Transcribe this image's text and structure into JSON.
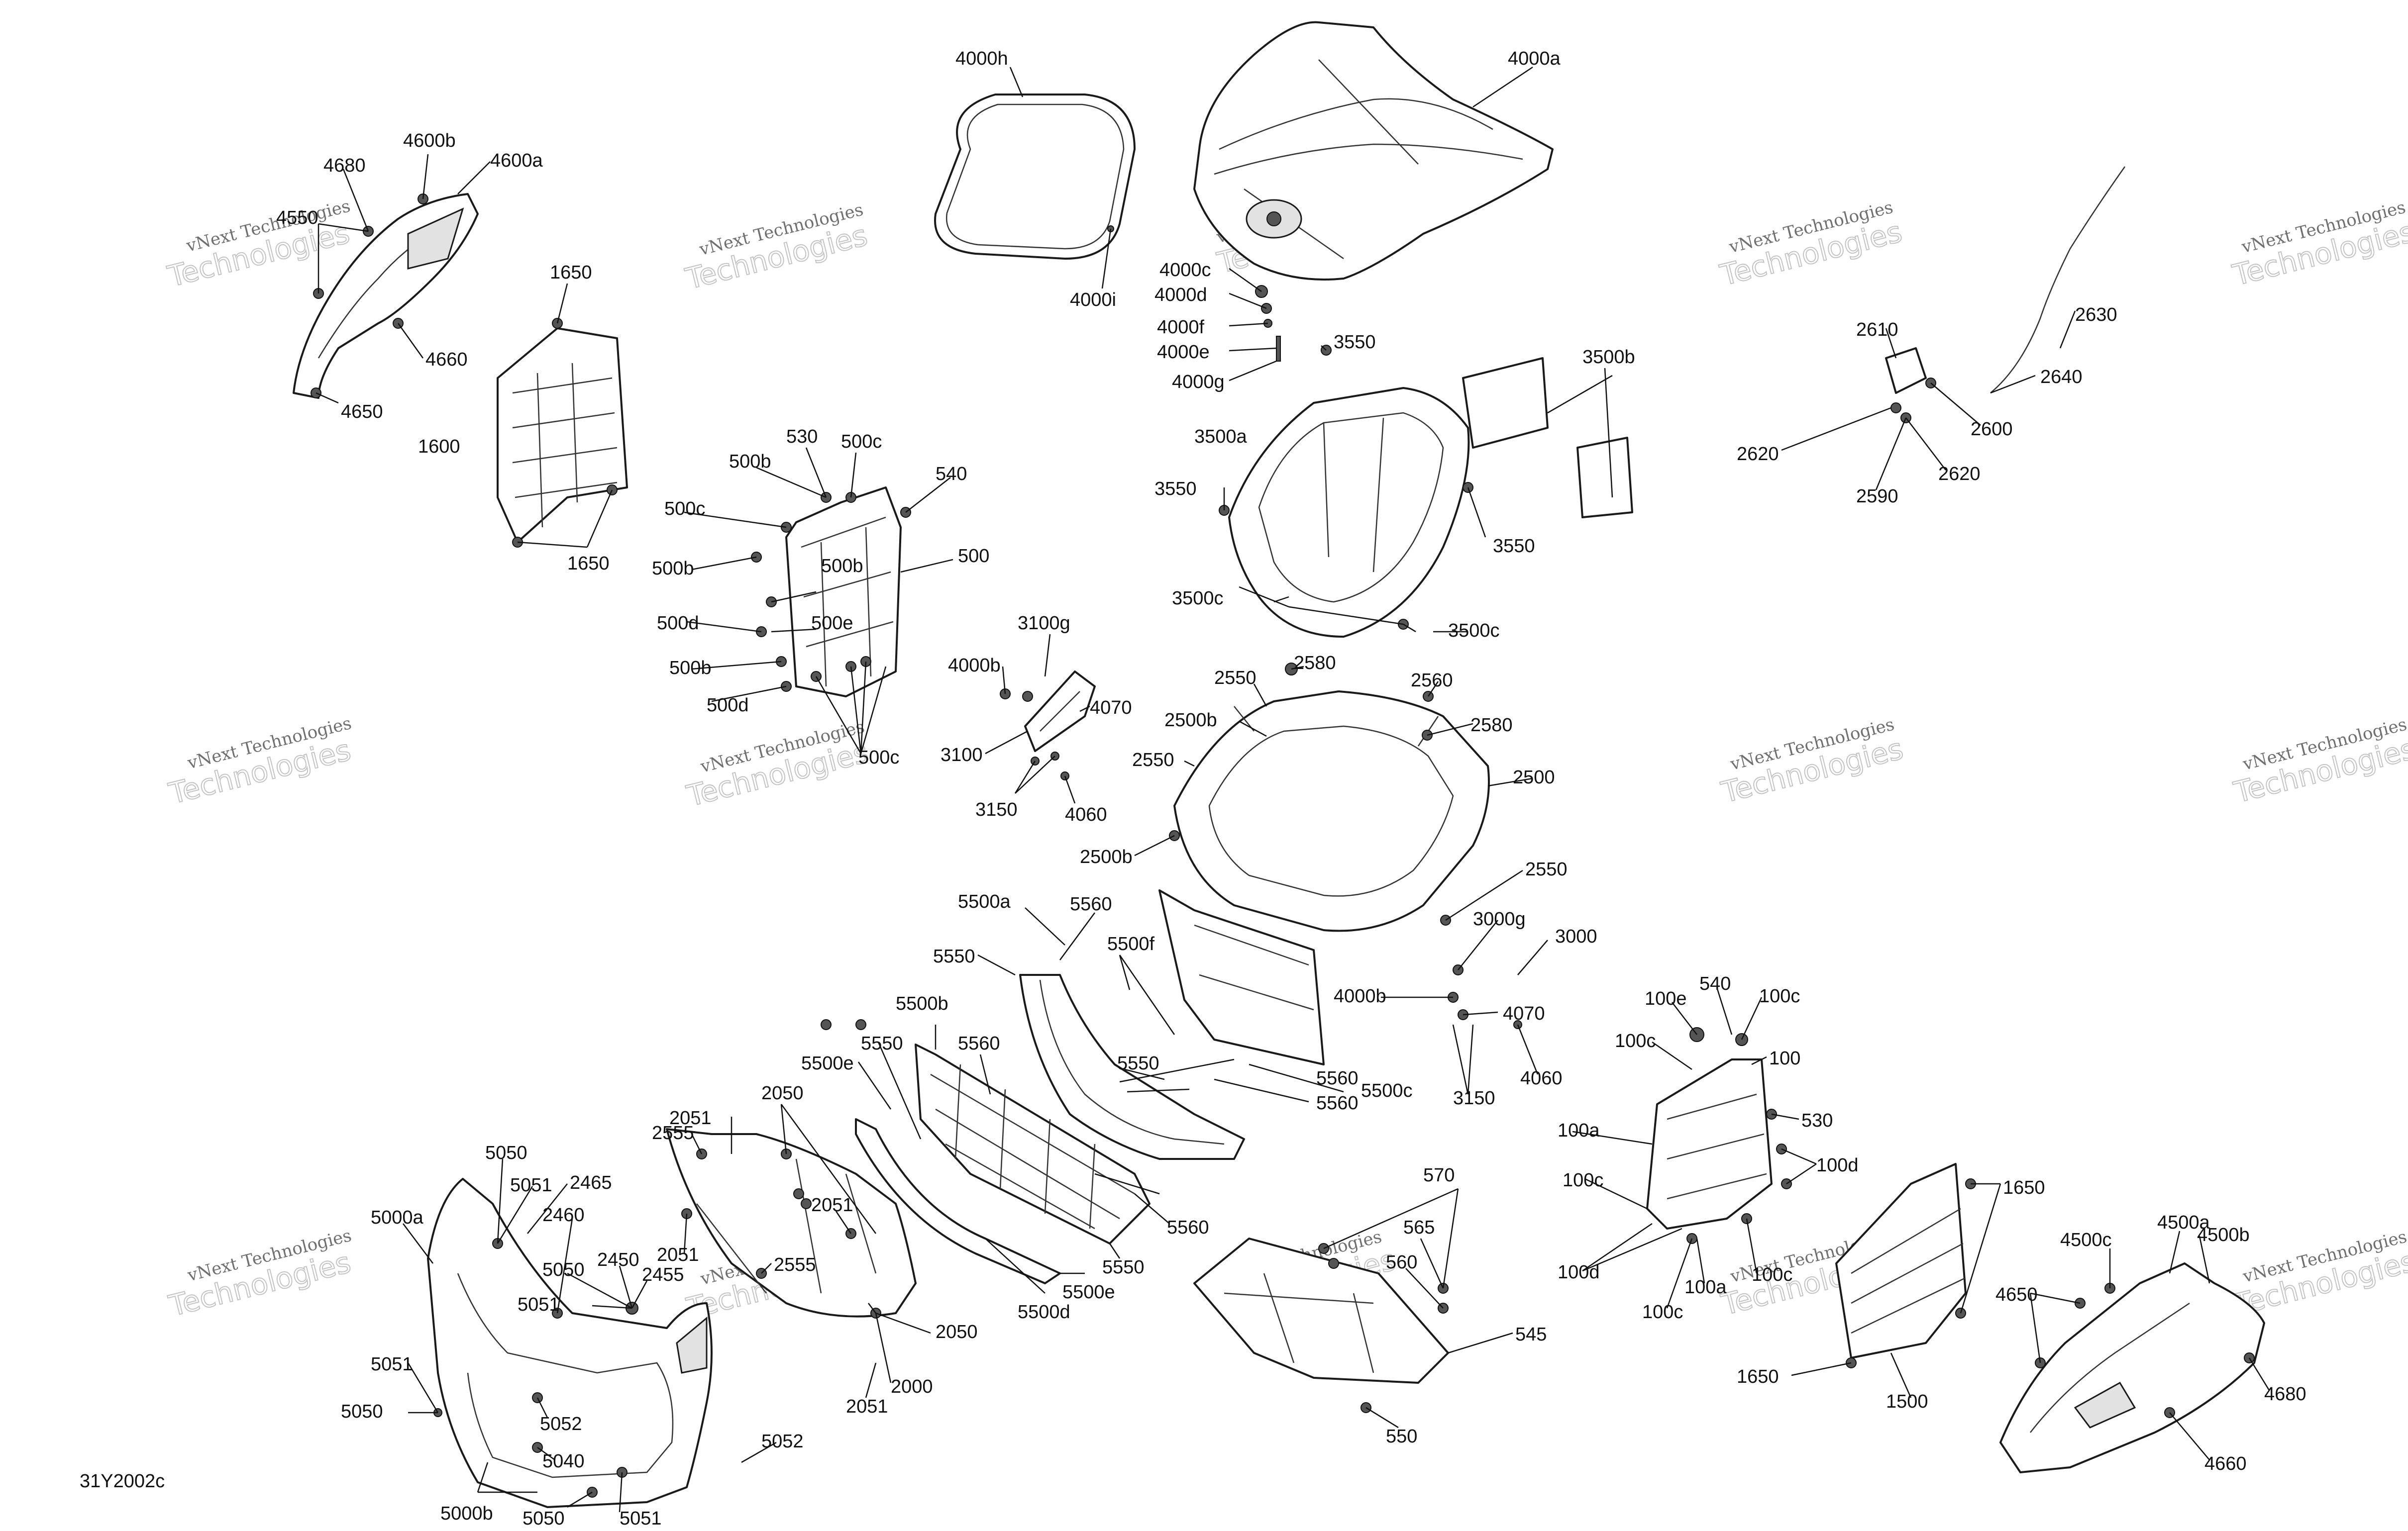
{
  "diagram_code": "31Y2002c",
  "watermark": {
    "line1": "vNext Technologies",
    "line2": "Technologies"
  },
  "labels": [
    "4000h",
    "4000a",
    "4000c",
    "4000d",
    "4000f",
    "4000e",
    "4000g",
    "4000i",
    "4680",
    "4600b",
    "4600a",
    "4550",
    "4660",
    "4650",
    "1650",
    "1600",
    "1650",
    "530",
    "500b",
    "500c",
    "540",
    "500c",
    "500b",
    "500",
    "500b",
    "500e",
    "500d",
    "500b",
    "500d",
    "500c",
    "3550",
    "3500a",
    "3550",
    "3550",
    "3500b",
    "3500c",
    "3500c",
    "2610",
    "2630",
    "2640",
    "2600",
    "2620",
    "2620",
    "2590",
    "3100g",
    "4000b",
    "4070",
    "3100",
    "3150",
    "4060",
    "2550",
    "2580",
    "2560",
    "2500b",
    "2580",
    "2550",
    "2500",
    "2500b",
    "2550",
    "5500a",
    "5560",
    "5550",
    "5500f",
    "5500b",
    "5560",
    "5550",
    "5550",
    "5500e",
    "5560",
    "5500c",
    "5560",
    "5550",
    "5500e",
    "5500d",
    "5560",
    "3000g",
    "3000",
    "4000b",
    "4070",
    "3150",
    "4060",
    "100e",
    "540",
    "100c",
    "100c",
    "100",
    "530",
    "100a",
    "100d",
    "100c",
    "100d",
    "100c",
    "100c",
    "100a",
    "1650",
    "4500a",
    "4500b",
    "4500c",
    "4650",
    "1650",
    "1500",
    "4680",
    "4660",
    "2555",
    "2051",
    "2050",
    "2465",
    "5050",
    "5051",
    "2460",
    "5000a",
    "2450",
    "2455",
    "5050",
    "5051",
    "2051",
    "2555",
    "2051",
    "2050",
    "2000",
    "2051",
    "5051",
    "5050",
    "5052",
    "5040",
    "5052",
    "5000b",
    "5050",
    "5051",
    "570",
    "565",
    "560",
    "545",
    "550"
  ]
}
